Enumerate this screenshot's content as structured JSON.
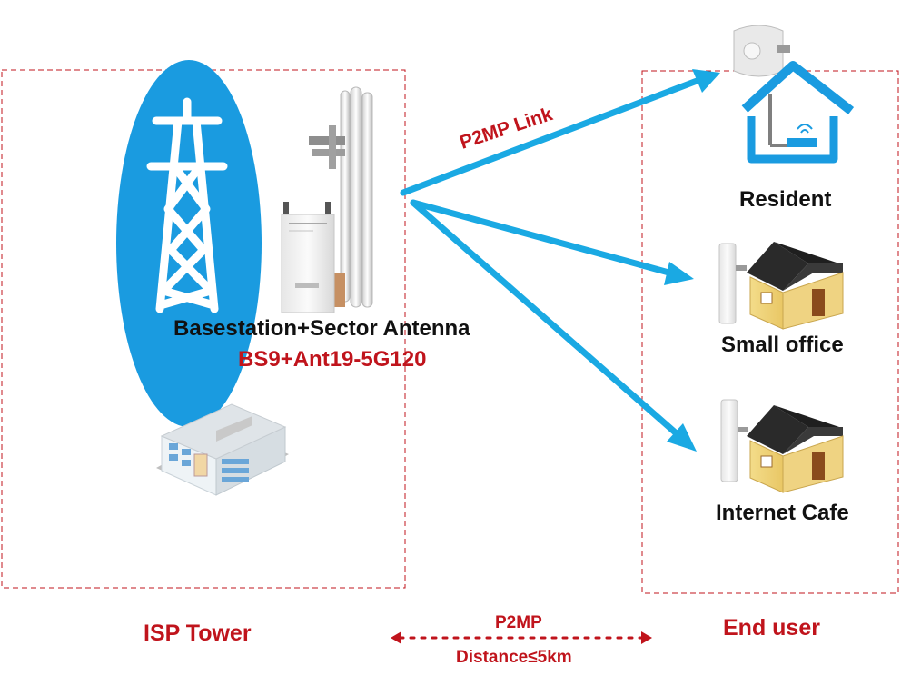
{
  "isp_side": {
    "device_label": "Basestation+Sector Antenna",
    "device_model": "BS9+Ant19-5G120",
    "region_label": "ISP Tower"
  },
  "link_label": "P2MP Link",
  "end_users": {
    "region_label": "End user",
    "sites": [
      {
        "label": "Resident"
      },
      {
        "label": "Small office"
      },
      {
        "label": "Internet Cafe"
      }
    ]
  },
  "distance": {
    "top_label": "P2MP",
    "bottom_label": "Distance≤5km"
  },
  "colors": {
    "link_arrow": "#1aa9e3",
    "tower_circle": "#1a9be0",
    "dashed_border": "#c0141c",
    "accent_text": "#c0141c"
  },
  "icons": {
    "tower": "transmission-tower-icon",
    "sector_antenna": "sector-antenna-icon",
    "basestation": "basestation-icon",
    "building": "office-building-icon",
    "home": "home-wifi-icon",
    "cpe": "cpe-radio-icon",
    "house": "house-icon"
  }
}
